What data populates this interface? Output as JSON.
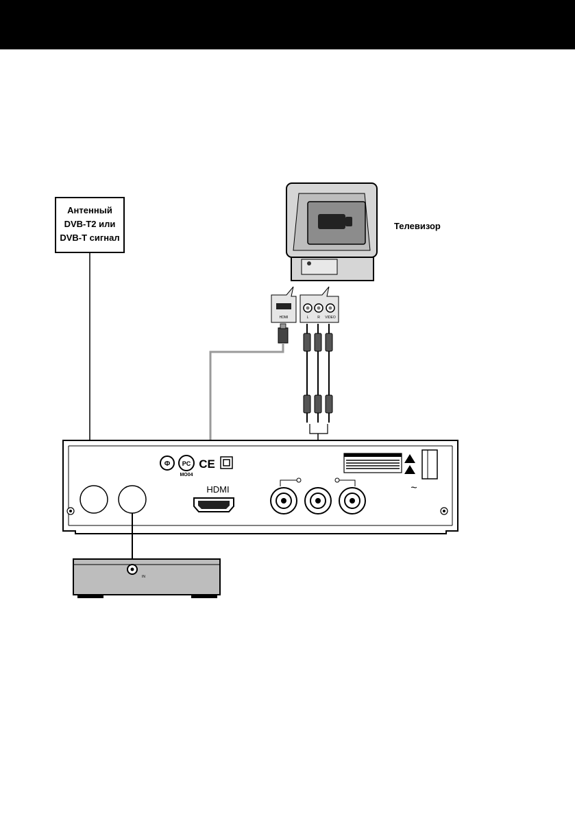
{
  "antenna_box": {
    "line1": "Антенный",
    "line2": "DVB-T2 или",
    "line3": "DVB-T сигнал"
  },
  "tv": {
    "label": "Телевизор"
  },
  "hdmi_label": "HDMI",
  "tv_ports": {
    "hdmi": "HDMI",
    "left": "L",
    "right": "R",
    "video": "VIDEO"
  },
  "cert_code": "MO04",
  "ac_symbol": "~",
  "device_in_label": "IN",
  "colors": {
    "top_bar": "#000000",
    "tv_body": "#d9d9d9",
    "tv_screen": "#8c8c8c",
    "receiver_panel": "#ffffff",
    "external_device": "#bdbdbd",
    "hdmi_cable": "#9a9a9a"
  }
}
